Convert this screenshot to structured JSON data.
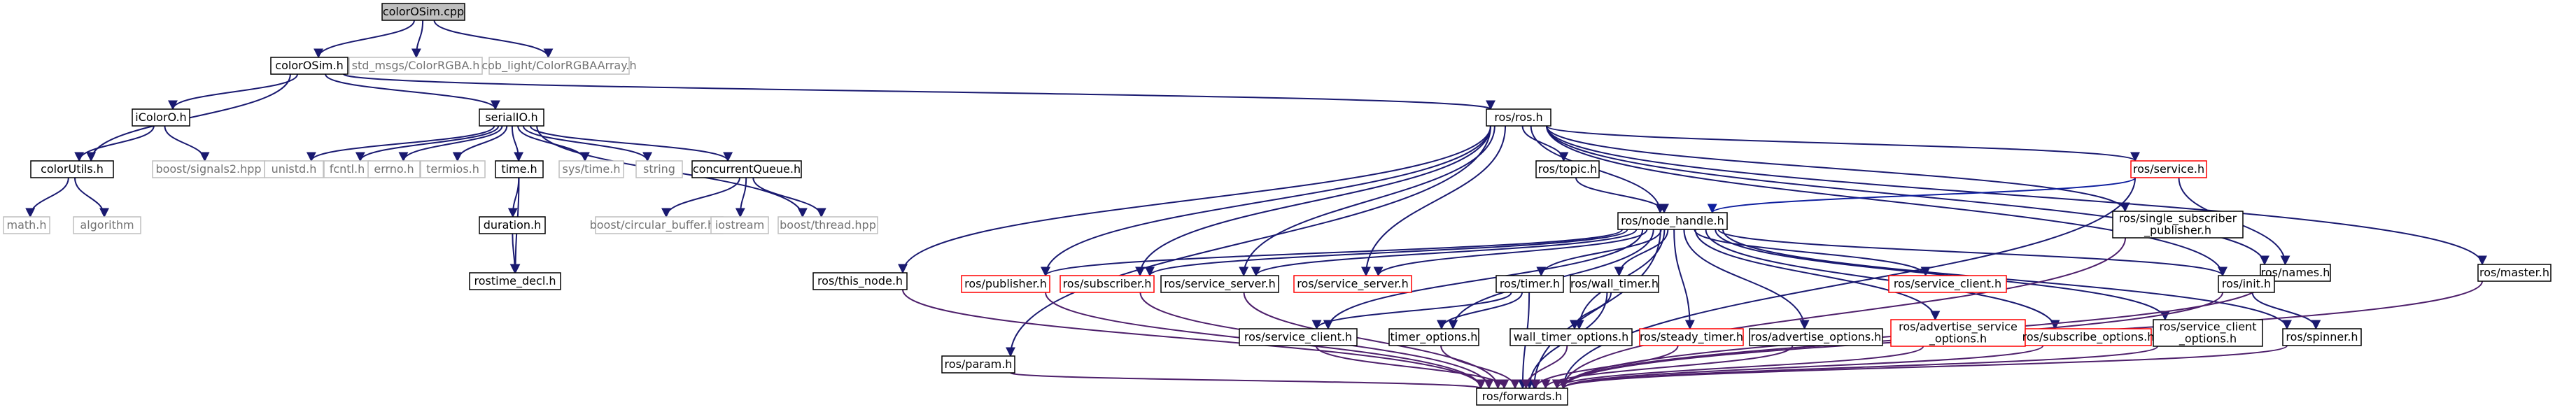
{
  "colors": {
    "edge_default": "#191970",
    "edge_highlight": "#0f1f9e",
    "edge_bottom": "#4d1f6b",
    "box_normal_stroke": "#000000",
    "box_missing_stroke": "#bfbfbf",
    "box_red_stroke": "#ff0000",
    "root_fill": "#bfbfbf",
    "text_normal": "#000000",
    "text_missing": "#737373",
    "text_red": "#000000"
  },
  "nodes": {
    "colorosim_cpp": "colorOSim.cpp",
    "colorosim_h": "colorOSim.h",
    "std_msgs": "std_msgs/ColorRGBA.h",
    "cob_light": "cob_light/ColorRGBAArray.h",
    "icoloro_h": "iColorO.h",
    "serialio_h": "serialIO.h",
    "ros_ros_h": "ros/ros.h",
    "colorutils_h": "colorUtils.h",
    "boost_signals2": "boost/signals2.hpp",
    "math_h": "math.h",
    "algorithm": "algorithm",
    "unistd_h": "unistd.h",
    "fcntl_h": "fcntl.h",
    "errno_h": "errno.h",
    "termios_h": "termios.h",
    "time_h": "time.h",
    "sys_time_h": "sys/time.h",
    "string": "string",
    "concurrent_queue": "concurrentQueue.h",
    "duration_h": "duration.h",
    "rostime_decl_h": "rostime_decl.h",
    "boost_circular": "boost/circular_buffer.hpp",
    "iostream": "iostream",
    "boost_thread": "boost/thread.hpp",
    "ros_this_node": "ros/this_node.h",
    "ros_param": "ros/param.h",
    "ros_topic": "ros/topic.h",
    "ros_node_handle": "ros/node_handle.h",
    "ros_service": "ros/service.h",
    "ros_single_sub": "ros/single_subscriber\n_publisher.h",
    "ros_names": "ros/names.h",
    "ros_master": "ros/master.h",
    "ros_publisher": "ros/publisher.h",
    "ros_subscriber": "ros/subscriber.h",
    "ros_service_server1": "ros/service_server.h",
    "ros_service_server2": "ros/service_server.h",
    "ros_timer": "ros/timer.h",
    "ros_wall_timer": "ros/wall_timer.h",
    "ros_service_client1": "ros/service_client.h",
    "ros_init": "ros/init.h",
    "ros_service_client2": "ros/service_client.h",
    "timer_options": "timer_options.h",
    "wall_timer_options": "wall_timer_options.h",
    "ros_steady_timer": "ros/steady_timer.h",
    "ros_advertise_options": "ros/advertise_options.h",
    "ros_adv_service_options": "ros/advertise_service\n_options.h",
    "ros_subscribe_options": "ros/subscribe_options.h",
    "ros_service_client_options": "ros/service_client\n_options.h",
    "ros_spinner": "ros/spinner.h",
    "ros_forwards": "ros/forwards.h"
  }
}
